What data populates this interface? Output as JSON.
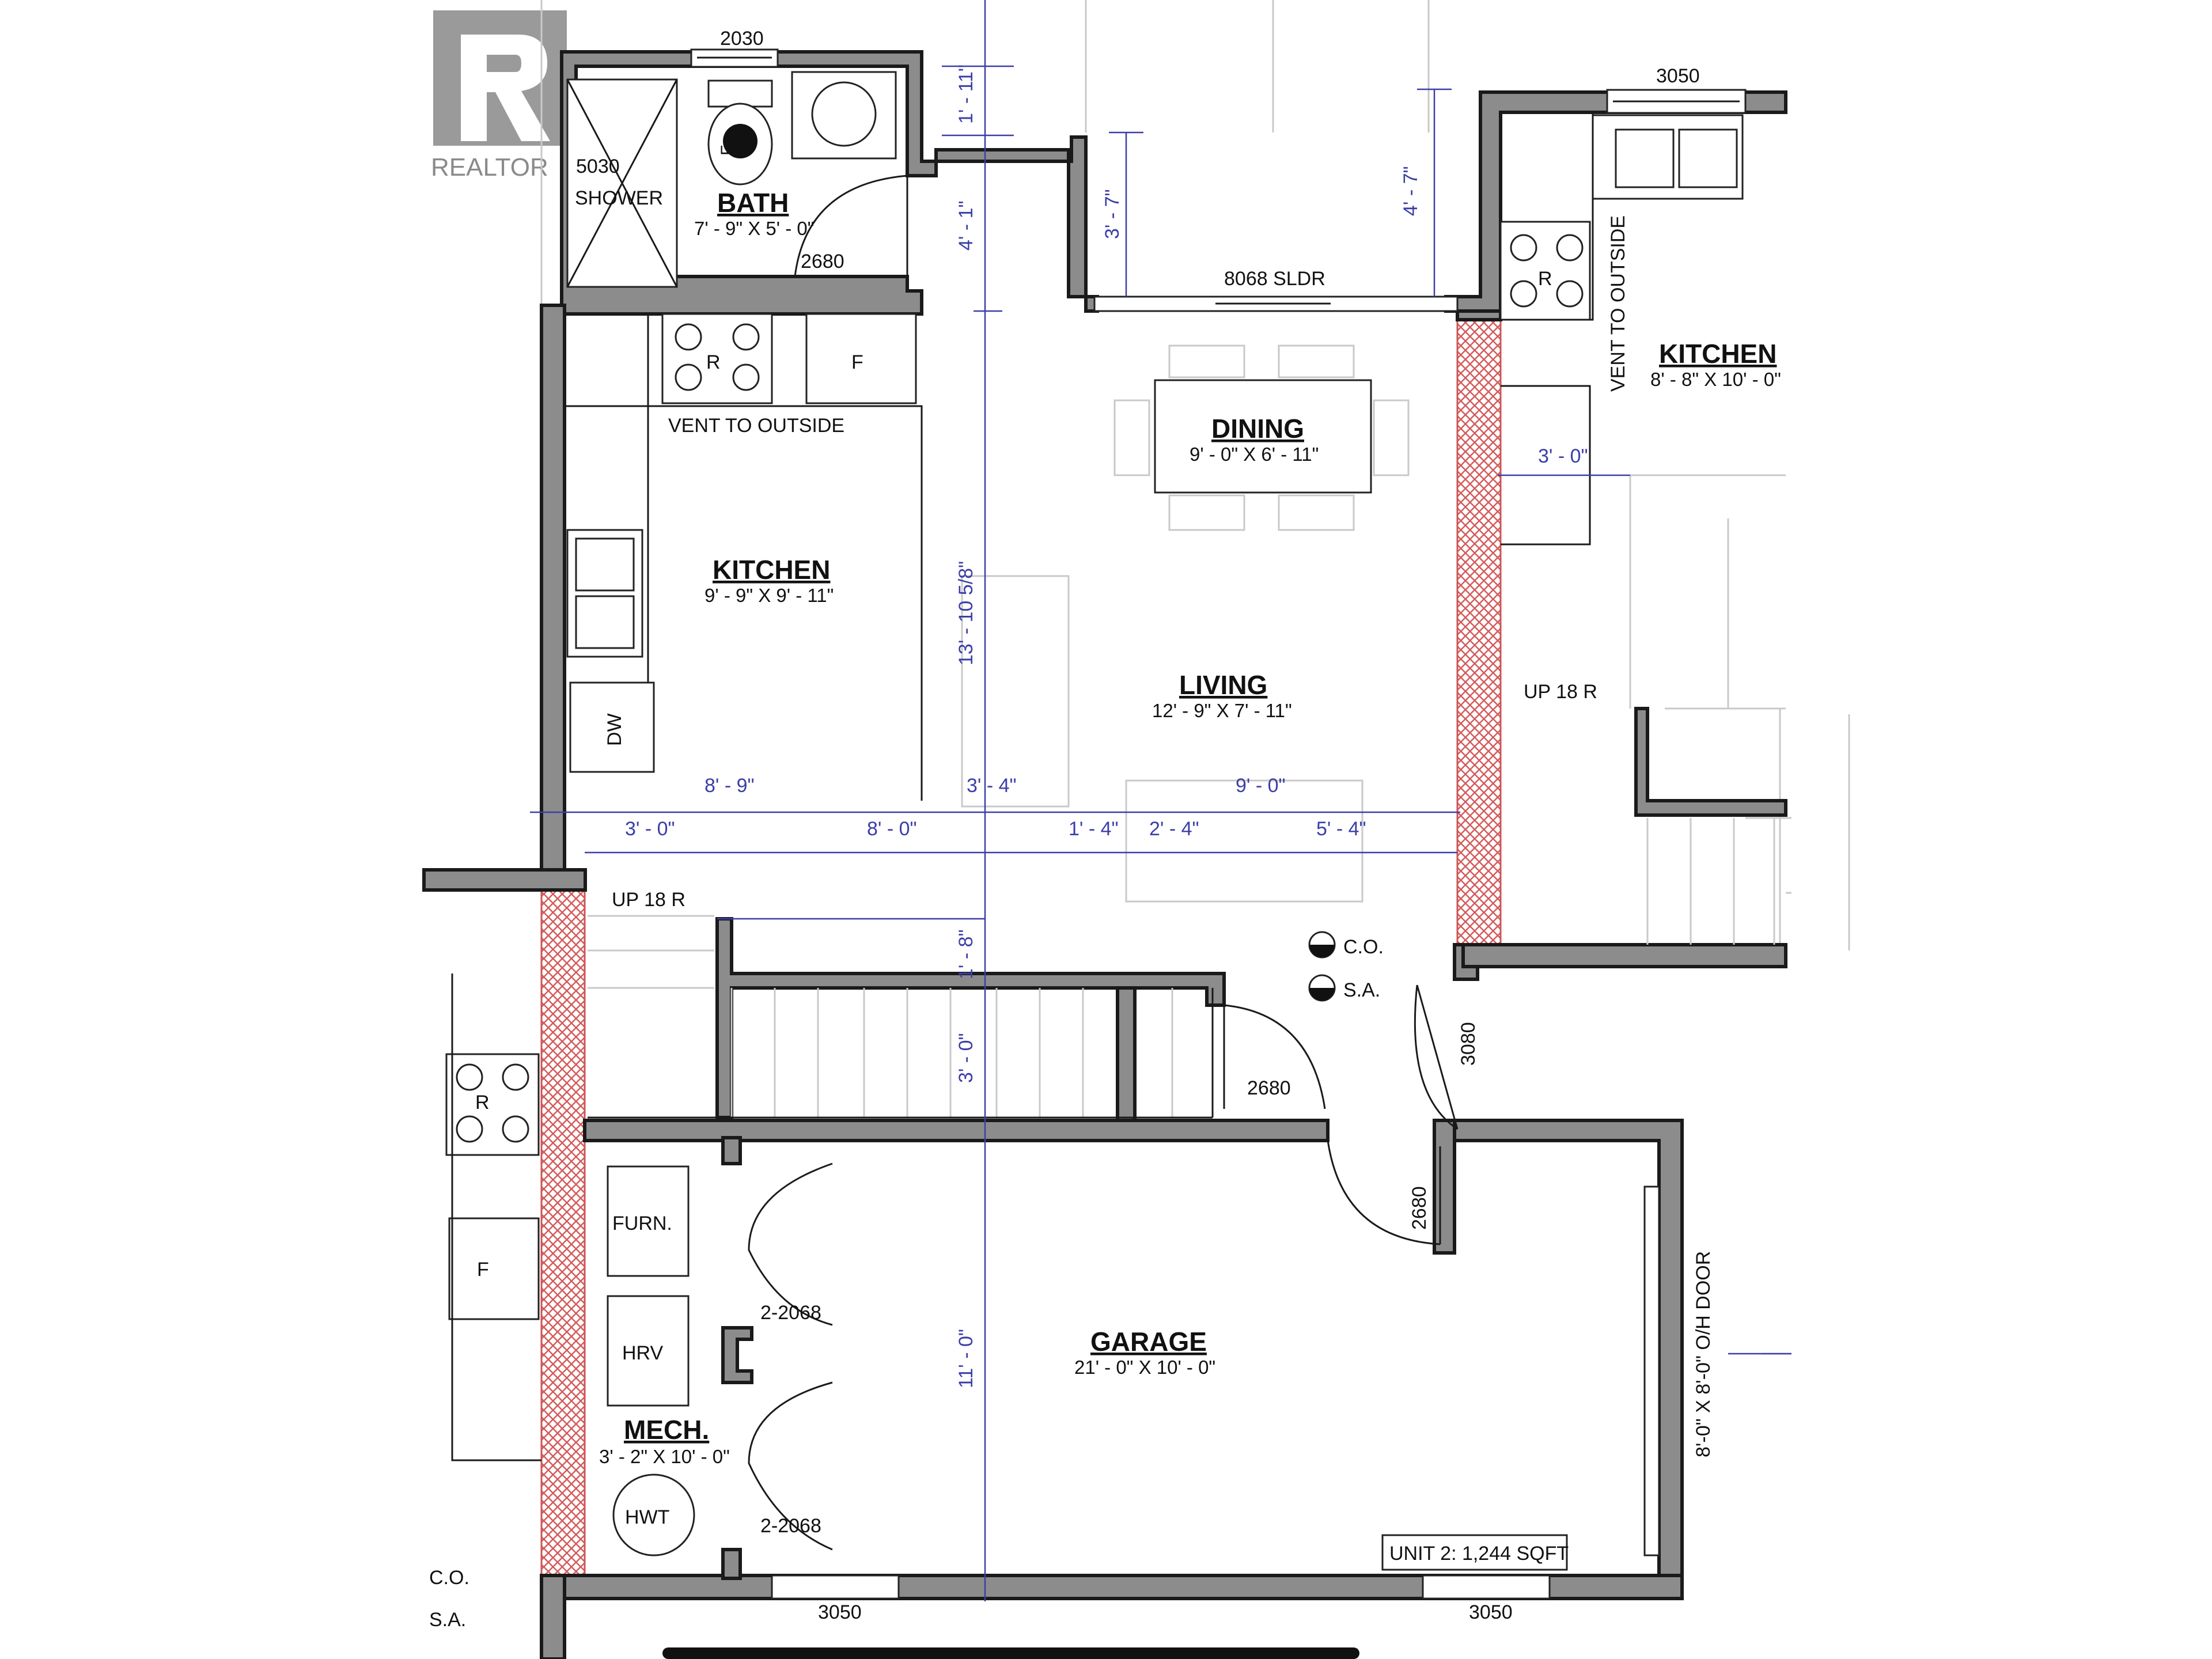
{
  "logo": {
    "text": "REALTOR",
    "mark": "®"
  },
  "rooms": {
    "bath": {
      "name": "BATH",
      "size": "7' - 9\" X 5' - 0\""
    },
    "shower": {
      "number": "5030",
      "label": "SHOWER"
    },
    "kitchen_main": {
      "name": "KITCHEN",
      "size": "9' - 9\" X 9' - 11\""
    },
    "dining": {
      "name": "DINING",
      "size": "9' - 0\" X 6' - 11\""
    },
    "living": {
      "name": "LIVING",
      "size": "12' - 9\" X 7' - 11\""
    },
    "kitchen_right": {
      "name": "KITCHEN",
      "size": "8' - 8\" X 10' - 0\""
    },
    "garage": {
      "name": "GARAGE",
      "size": "21' - 0\" X 10' - 0\""
    },
    "mech": {
      "name": "MECH.",
      "size": "3' - 2\" X 10' - 0\""
    }
  },
  "labels": {
    "vent_main": "VENT TO OUTSIDE",
    "vent_right": "VENT TO OUTSIDE",
    "range": "R",
    "fridge": "F",
    "toilet": "F",
    "dishwasher": "DW",
    "furnace": "FURN.",
    "hrv": "HRV",
    "hwt": "HWT",
    "up_stairs": "UP  18  R",
    "up_stairs_right": "UP  18  R",
    "co": "C.O.",
    "sa": "S.A.",
    "co_left": "C.O.",
    "sa_left": "S.A.",
    "overhead_door": "8'-0\" X 8'-0\" O/H DOOR",
    "slider": "8068 SLDR",
    "unit_area": "UNIT 2: 1,244 SQFT"
  },
  "doors": {
    "bath_window": "2030",
    "right_window": "3050",
    "bath_door": "2680",
    "stair_door": "2680",
    "entry_door": "3080",
    "garage_door": "2680",
    "closet_upper": "2-2068",
    "closet_lower": "2-2068",
    "garage_window_left": "3050",
    "garage_window_right": "3050"
  },
  "dimensions": {
    "d_1_11": "1' - 11\"",
    "d_4_1": "4' - 1\"",
    "d_3_7": "3' - 7\"",
    "d_4_7": "4' - 7\"",
    "d_3_0_right": "3' - 0\"",
    "d_13_10": "13' - 10 5/8\"",
    "d_8_9": "8' - 9\"",
    "d_3_4": "3' - 4\"",
    "d_9_0": "9' - 0\"",
    "d_3_0_a": "3' - 0\"",
    "d_8_0": "8' - 0\"",
    "d_1_4": "1' - 4\"",
    "d_2_4": "2' - 4\"",
    "d_5_4": "5' - 4\"",
    "d_1_8": "1' - 8\"",
    "d_3_0_b": "3' - 0\"",
    "d_11_0": "11' - 0\""
  },
  "colors": {
    "wall": "#8c8c8c",
    "dimension": "#3b3ea8",
    "firewall": "#cc5555"
  }
}
